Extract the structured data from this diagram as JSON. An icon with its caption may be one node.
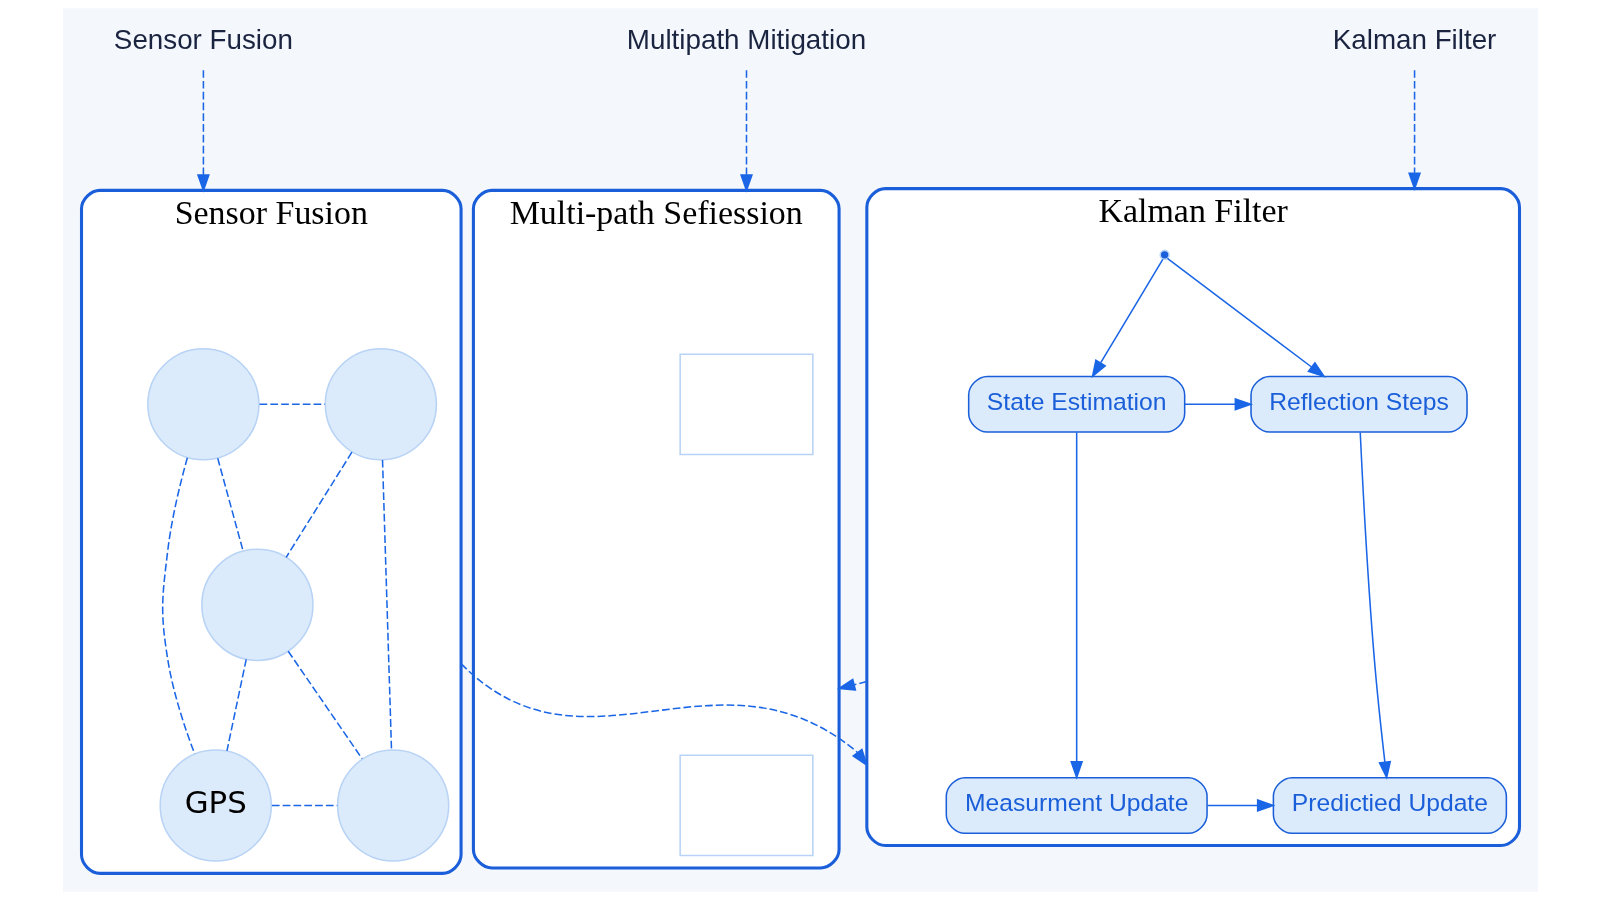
{
  "diagram": {
    "nodes": [
      {
        "text": [
          "Sensor Fusion"
        ]
      },
      {
        "text": [
          "Kalman Filter"
        ]
      },
      {
        "text": [
          "Multipath Mitigation"
        ]
      },
      {
        "text": [
          "Sensor Fusion"
        ]
      },
      {
        "text": [],
        "shape": "circle",
        "in": 3
      },
      {
        "text": [],
        "shape": "circle",
        "in": 3
      },
      {
        "text": [],
        "shape": "circle",
        "in": 3
      },
      {
        "text": [
          "GPS"
        ],
        "in": 3
      },
      {
        "text": [],
        "shape": "circle",
        "in": 3
      },
      {
        "text": [
          "Kalman Filter"
        ]
      },
      {
        "text": [],
        "shape": "point",
        "in": 9
      },
      {
        "text": [
          "State Estimation"
        ],
        "in": 9
      },
      {
        "text": [
          "Reflection Steps"
        ],
        "in": 9
      },
      {
        "text": [
          "Measurment Update"
        ],
        "in": 9
      },
      {
        "text": [
          "Predictied Update"
        ],
        "in": 9
      },
      {
        "text": [
          "Multi-path Sefiession"
        ]
      },
      {
        "text": [],
        "shape": "chart",
        "in": 15
      },
      {
        "text": [],
        "shape": "chart",
        "in": 15
      }
    ],
    "edges": [
      {
        "from": 0,
        "to": 3,
        "arrow": "to",
        "style": "dashed"
      },
      {
        "from": 1,
        "to": 9,
        "arrow": "to",
        "style": "dashed"
      },
      {
        "from": 2,
        "to": 15,
        "arrow": "to",
        "style": "dashed"
      },
      {
        "from": 4,
        "to": 5,
        "arrow": "none",
        "style": "dashed"
      },
      {
        "from": 4,
        "to": 7,
        "arrow": "none",
        "style": "dashed"
      },
      {
        "from": 5,
        "to": 8,
        "arrow": "none",
        "style": "dashed"
      },
      {
        "from": 7,
        "to": 8,
        "arrow": "none",
        "style": "dashed"
      },
      {
        "from": 4,
        "to": 6,
        "arrow": "none",
        "style": "dashed"
      },
      {
        "from": 5,
        "to": 6,
        "arrow": "none",
        "style": "dashed"
      },
      {
        "from": 6,
        "to": 7,
        "arrow": "none",
        "style": "dashed"
      },
      {
        "from": 6,
        "to": 8,
        "arrow": "none",
        "style": "dashed"
      },
      {
        "from": 10,
        "to": 11,
        "arrow": "to"
      },
      {
        "from": 10,
        "to": 12,
        "arrow": "to"
      },
      {
        "from": 11,
        "to": 12,
        "arrow": "to"
      },
      {
        "from": 11,
        "to": 13,
        "arrow": "to"
      },
      {
        "from": 12,
        "to": 14,
        "arrow": "to"
      },
      {
        "from": 13,
        "to": 14,
        "arrow": "to"
      },
      {
        "from": 3,
        "to": 9,
        "arrow": "to",
        "style": "dashed"
      },
      {
        "from": 9,
        "to": 15,
        "arrow": "to",
        "style": "dashed"
      }
    ]
  }
}
